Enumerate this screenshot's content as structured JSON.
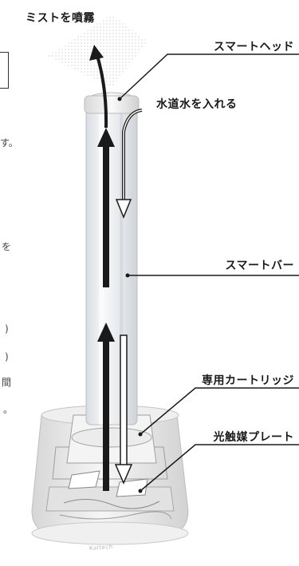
{
  "labels": {
    "mist": "ミストを噴霧",
    "smart_head": "スマートヘッド",
    "tap_water": "水道水を入れる",
    "smart_bar": "スマートバー",
    "cartridge": "専用カートリッジ",
    "photocatalyst": "光触媒プレート"
  },
  "left_edge_fragments": [
    "す。",
    "を",
    ")",
    ")",
    "間",
    "。"
  ],
  "brand_mark": "Kaltech",
  "colors": {
    "line": "#1a1a1a",
    "arrow": "#1a1a1a",
    "device_body": "#f2f2f2",
    "tube": "#e9ecef",
    "base": "#e6e6e6"
  }
}
